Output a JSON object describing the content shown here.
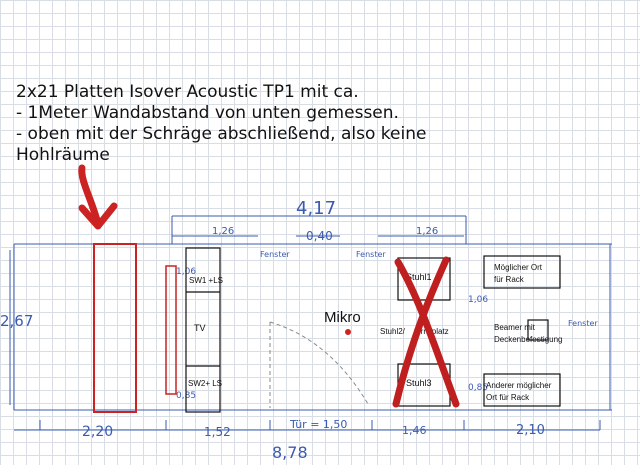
{
  "note": {
    "lines": [
      "2x21 Platten Isover Acoustic TP1 mit ca.",
      "- 1Meter Wandabstand von unten gemessen.",
      "- oben mit der Schräge abschließend, also keine",
      "Hohlräume"
    ]
  },
  "dimensions": {
    "total_top": "4,17",
    "left_segment": "1,26",
    "middle_segment": "0,40",
    "right_segment": "1,26",
    "height": "2,67",
    "bottom_left": "2,20",
    "bottom_mid": "1,52",
    "door": "Tür = 1,50",
    "bottom_mid_right": "1,46",
    "bottom_right": "2,10",
    "total_bottom": "8,78",
    "small_upper": "1,06",
    "small_lower": "0,85",
    "right_upper": "1,06",
    "right_lower": "0,85"
  },
  "windows": {
    "left": "Fenster",
    "mid": "Fenster",
    "right": "Fenster"
  },
  "boxes": {
    "sw1": "SW1 +LS",
    "tv": "TV",
    "sw2": "SW2+ LS",
    "stuhl1": "Stuhl1",
    "stuhl2": "Stuhl2/",
    "fernzplatz": "fernzplatz",
    "stuhl3": "Stuhl3",
    "rack1_line1": "Möglicher Ort",
    "rack1_line2": "für Rack",
    "beamer_line1": "Beamer mit",
    "beamer_line2": "Deckenbefestigung",
    "rack2_line1": "Anderer möglicher",
    "rack2_line2": "Ort für Rack"
  },
  "mikro": "Mikro",
  "colors": {
    "panel_red": "#cc2222",
    "cross_red": "#c01f1f",
    "pen_blue": "#3a5bb0",
    "ink_black": "#111111"
  }
}
